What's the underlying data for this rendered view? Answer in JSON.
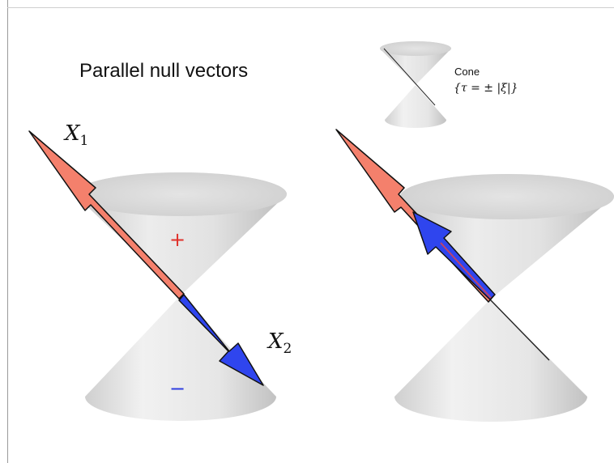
{
  "title": "Parallel null vectors",
  "legend": {
    "name": "Cone",
    "equation": "{τ = ± |ξ|}"
  },
  "labels": {
    "x1_base": "X",
    "x1_sub": "1",
    "x2_base": "X",
    "x2_sub": "2",
    "plus_sign": "+",
    "minus_sign": "−"
  },
  "colors": {
    "arrow_x1": "#f4806c",
    "arrow_x2": "#2f45ee",
    "cone_fill": "#dcdcdc",
    "plus_sign": "#e0302a",
    "minus_sign": "#2e3ee0"
  }
}
